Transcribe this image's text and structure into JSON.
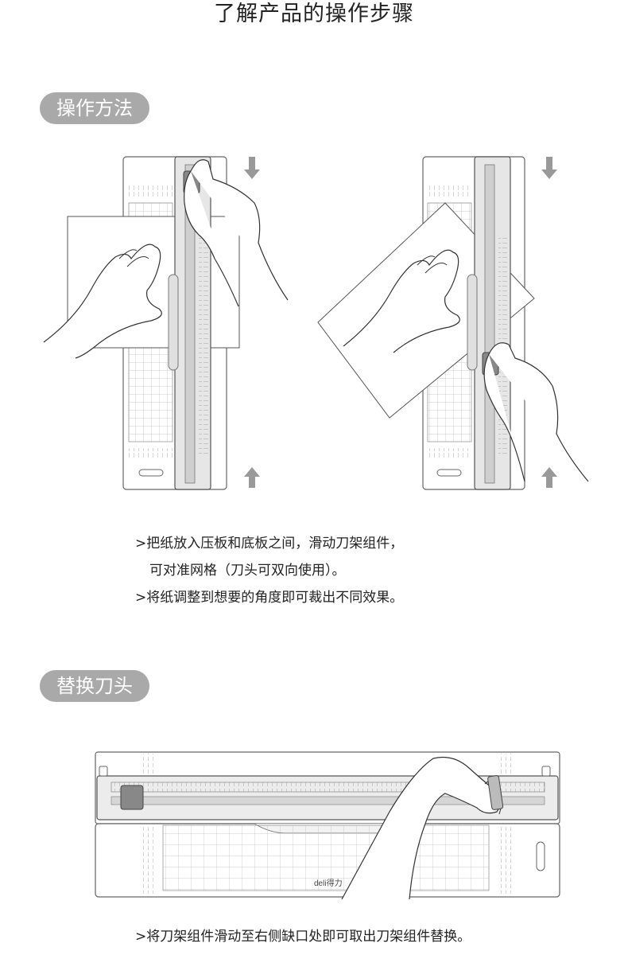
{
  "page": {
    "title": "了解产品的操作步骤"
  },
  "sections": [
    {
      "heading": "操作方法",
      "steps": [
        ">把纸放入压板和底板之间，滑动刀架组件，",
        "可对准网格（刀头可双向使用）。",
        ">将纸调整到想要的角度即可裁出不同效果。"
      ]
    },
    {
      "heading": "替换刀头",
      "brand": "deli得力",
      "steps": [
        ">将刀架组件滑动至右侧缺口处即可取出刀架组件替换。"
      ]
    }
  ],
  "icons": {
    "down_arrow": "arrow-down-icon",
    "up_arrow": "arrow-up-icon"
  },
  "colors": {
    "pill_bg": "#a9a9a9",
    "line": "#555555",
    "fill": "#f2f2f2",
    "shade": "#d0d0d0"
  }
}
